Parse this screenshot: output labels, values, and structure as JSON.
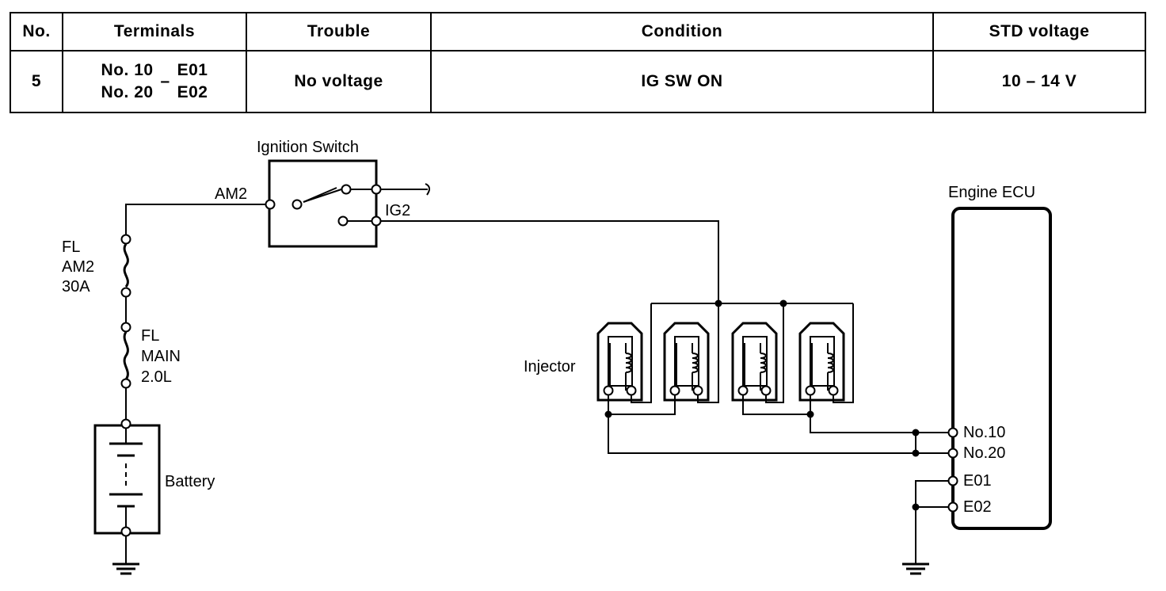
{
  "table": {
    "headers": {
      "no": "No.",
      "terminals": "Terminals",
      "trouble": "Trouble",
      "condition": "Condition",
      "std_voltage": "STD voltage"
    },
    "row": {
      "no": "5",
      "terminal_a1": "No. 10",
      "terminal_a2": "No. 20",
      "dash": "–",
      "terminal_b1": "E01",
      "terminal_b2": "E02",
      "trouble": "No voltage",
      "condition": "IG SW ON",
      "std_voltage": "10 – 14 V"
    }
  },
  "diagram": {
    "ignition_switch": {
      "title": "Ignition Switch",
      "am2": "AM2",
      "ig2": "IG2"
    },
    "fuse_am2": {
      "l1": "FL",
      "l2": "AM2",
      "l3": "30A"
    },
    "fuse_main": {
      "l1": "FL",
      "l2": "MAIN",
      "l3": "2.0L"
    },
    "battery": "Battery",
    "injector": "Injector",
    "ecu": {
      "title": "Engine ECU",
      "no10": "No.10",
      "no20": "No.20",
      "e01": "E01",
      "e02": "E02"
    }
  }
}
